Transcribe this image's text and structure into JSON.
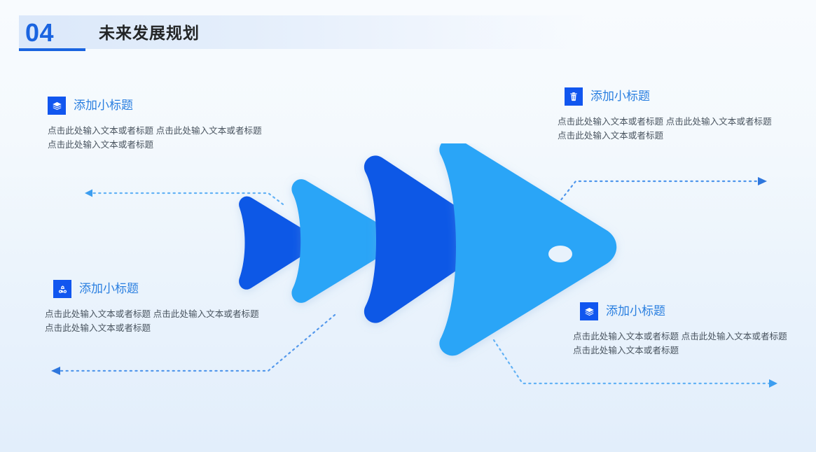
{
  "header": {
    "number": "04",
    "title": "未来发展规划"
  },
  "accent": {
    "blue_dark": "#1156ef",
    "blue_title": "#2a7fe0",
    "chevron_dark": "#0b59e6",
    "chevron_light": "#2ba5f7",
    "background_top": "#f8fbfe",
    "background_bottom": "#e2eefb"
  },
  "blocks": [
    {
      "id": "top-left",
      "icon": "layers-icon",
      "title": "添加小标题",
      "body": "点击此处输入文本或者标题 点击此处输入文本或者标题 点击此处输入文本或者标题"
    },
    {
      "id": "top-right",
      "icon": "trash-icon",
      "title": "添加小标题",
      "body": "点击此处输入文本或者标题 点击此处输入文本或者标题 点击此处输入文本或者标题"
    },
    {
      "id": "bottom-left",
      "icon": "cluster-icon",
      "title": "添加小标题",
      "body": "点击此处输入文本或者标题 点击此处输入文本或者标题 点击此处输入文本或者标题"
    },
    {
      "id": "bottom-right",
      "icon": "layers-icon",
      "title": "添加小标题",
      "body": "点击此处输入文本或者标题 点击此处输入文本或者标题 点击此处输入文本或者标题"
    }
  ],
  "diagram": {
    "name": "fish-arrow-diagram",
    "segments": [
      {
        "name": "chevron-1",
        "color": "#0b59e6"
      },
      {
        "name": "chevron-2",
        "color": "#2ba5f7"
      },
      {
        "name": "chevron-3",
        "color": "#0b59e6"
      },
      {
        "name": "chevron-4",
        "color": "#2ba5f7"
      }
    ]
  }
}
